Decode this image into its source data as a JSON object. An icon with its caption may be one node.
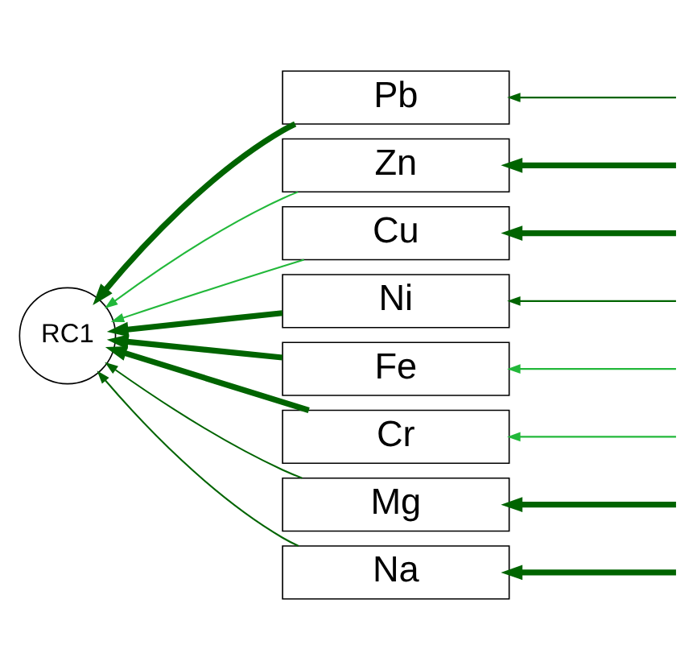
{
  "diagram": {
    "nodes": [
      {
        "text": [
          "RC1"
        ]
      },
      {
        "text": [
          "Pb"
        ]
      },
      {
        "text": [
          "Zn"
        ]
      },
      {
        "text": [
          "Cu"
        ]
      },
      {
        "text": [
          "Ni"
        ]
      },
      {
        "text": [
          "Fe"
        ]
      },
      {
        "text": [
          "Cr"
        ]
      },
      {
        "text": [
          "Mg"
        ]
      },
      {
        "text": [
          "Na"
        ]
      }
    ],
    "edges": [
      {
        "from": 1,
        "to": 0,
        "arrow": "to",
        "style": "thick"
      },
      {
        "from": 2,
        "to": 0,
        "arrow": "to",
        "color": "#22b83a"
      },
      {
        "from": 3,
        "to": 0,
        "arrow": "to",
        "color": "#22b83a"
      },
      {
        "from": 4,
        "to": 0,
        "arrow": "to",
        "style": "thick"
      },
      {
        "from": 5,
        "to": 0,
        "arrow": "to",
        "style": "thick"
      },
      {
        "from": 6,
        "to": 0,
        "arrow": "to",
        "style": "thick"
      },
      {
        "from": 7,
        "to": 0,
        "arrow": "to"
      },
      {
        "from": 8,
        "to": 0,
        "arrow": "to"
      },
      {
        "from": null,
        "to": 1,
        "arrow": "to"
      },
      {
        "from": null,
        "to": 2,
        "arrow": "to",
        "style": "thick"
      },
      {
        "from": null,
        "to": 3,
        "arrow": "to",
        "style": "thick"
      },
      {
        "from": null,
        "to": 4,
        "arrow": "to"
      },
      {
        "from": null,
        "to": 5,
        "arrow": "to",
        "color": "#22b83a"
      },
      {
        "from": null,
        "to": 6,
        "arrow": "to",
        "color": "#22b83a"
      },
      {
        "from": null,
        "to": 7,
        "arrow": "to",
        "style": "thick"
      },
      {
        "from": null,
        "to": 8,
        "arrow": "to",
        "style": "thick"
      }
    ]
  }
}
